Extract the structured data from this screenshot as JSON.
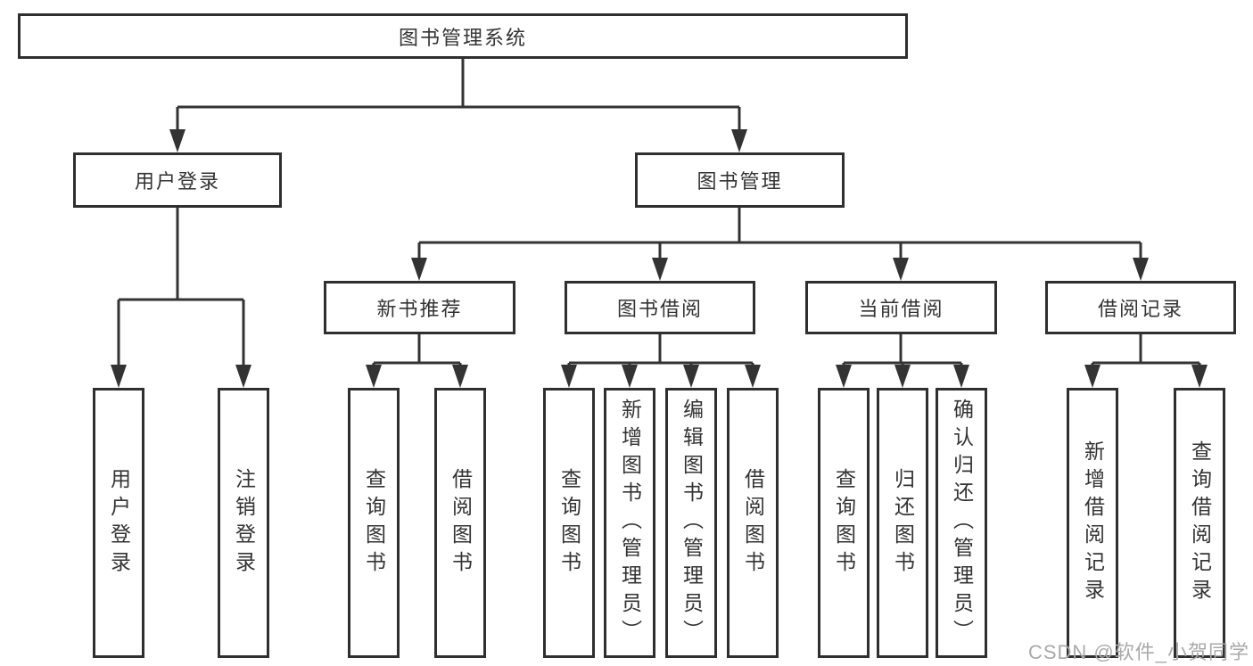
{
  "tree": {
    "label": "图书管理系统",
    "children": [
      {
        "label": "用户登录",
        "children": [
          {
            "label": "用户登录"
          },
          {
            "label": "注销登录"
          }
        ]
      },
      {
        "label": "图书管理",
        "children": [
          {
            "label": "新书推荐",
            "children": [
              {
                "label": "查询图书"
              },
              {
                "label": "借阅图书"
              }
            ]
          },
          {
            "label": "图书借阅",
            "children": [
              {
                "label": "查询图书"
              },
              {
                "label": "新增图书（管理员）"
              },
              {
                "label": "编辑图书（管理员）"
              },
              {
                "label": "借阅图书"
              }
            ]
          },
          {
            "label": "当前借阅",
            "children": [
              {
                "label": "查询图书"
              },
              {
                "label": "归还图书"
              },
              {
                "label": "确认归还（管理员）"
              }
            ]
          },
          {
            "label": "借阅记录",
            "children": [
              {
                "label": "新增借阅记录"
              },
              {
                "label": "查询借阅记录"
              }
            ]
          }
        ]
      }
    ]
  },
  "watermark": "CSDN @软件_小贺同学",
  "colors": {
    "line": "#333333",
    "border": "#2f2f2f",
    "text": "#333333",
    "watermark_text": "#a9a9a9",
    "background": "#ffffff"
  }
}
